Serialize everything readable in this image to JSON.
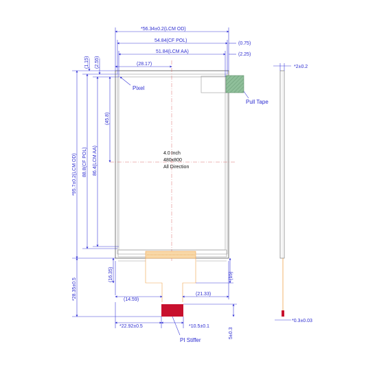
{
  "dimensions": {
    "lcm_od_width": "*56.34±0.2(LCM OD)",
    "cf_pol_width": "54.84(CF POL)",
    "lcm_aa_width": "51.84(LCM AA)",
    "offset_075": "(0.75)",
    "offset_225": "(2.25)",
    "half_width": "(28.17)",
    "top_115": "(1.15)",
    "top_255": "(2.55)",
    "center_458": "(45.8)",
    "lcm_od_height": "*95.7±0.2(LCM OD)",
    "cf_pol_height": "88.8(CF POL)",
    "lcm_aa_height": "86.4(LCM AA)",
    "fpc_length": "*28.35±0.5",
    "fpc_1635": "(16.35)",
    "fpc_15": "(15)",
    "fpc_1459": "(14.59)",
    "fpc_2133": "(21.33)",
    "fpc_2292": "*22.92±0.5",
    "fpc_width": "*10.5±0.1",
    "fpc_5": "5±0.3",
    "thickness": "*2±0.2",
    "fpc_thickness": "*0.3±0.03"
  },
  "labels": {
    "pixel": "Pixel",
    "pull_tape": "Pull Tape",
    "pi_stiffer": "PI Stiffer"
  },
  "center_text": {
    "size": "4.0 Inch",
    "resolution": "480x800",
    "direction": "All Direction"
  },
  "colors": {
    "dimension": "#2b2bd0",
    "outline": "#555555",
    "pull_tape": "#8fbf9a",
    "stiffener": "#c8102e",
    "fpc": "#f0a24a"
  }
}
